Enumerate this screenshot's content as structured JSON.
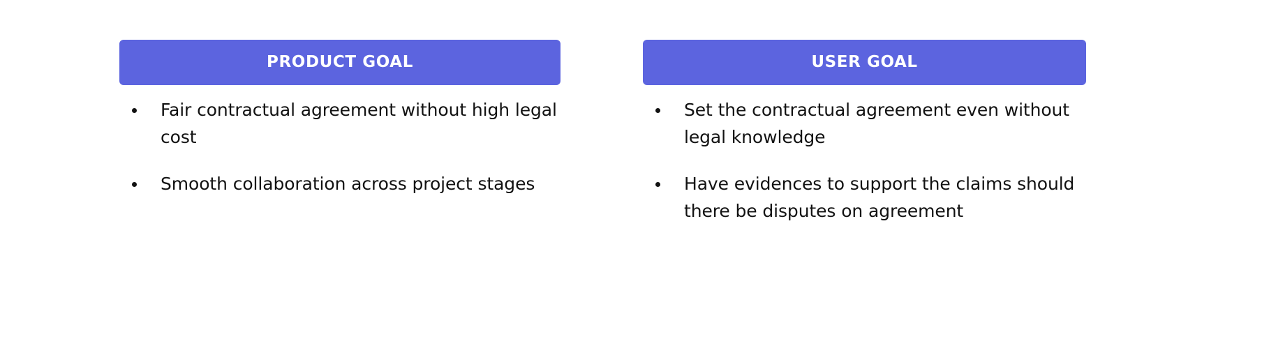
{
  "slide": {
    "background_color": "#ffffff",
    "accent_color": "#5c64df",
    "text_color": "#121212",
    "header_text_color": "#ffffff"
  },
  "columns": [
    {
      "id": "product-goal",
      "header": "PRODUCT GOAL",
      "bullets": [
        "Fair contractual agreement without high legal cost",
        "Smooth collaboration across project stages"
      ]
    },
    {
      "id": "user-goal",
      "header": "USER GOAL",
      "bullets": [
        "Set the contractual agreement even without legal knowledge",
        "Have evidences to support the claims should there be disputes on agreement"
      ]
    }
  ]
}
